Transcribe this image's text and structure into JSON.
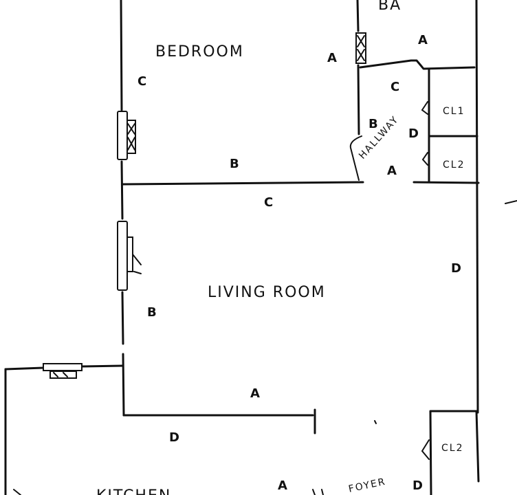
{
  "rooms": {
    "bedroom": "BEDROOM",
    "bath": "BA",
    "hallway": "HALLWAY",
    "living_room": "LIVING ROOM",
    "closet1": "CL1",
    "closet2_hall": "CL2",
    "closet2_foyer": "CL2",
    "kitchen": "KITCHEN",
    "foyer": "FOYER"
  },
  "wall_labels": {
    "bedroom_left": "C",
    "bedroom_right": "A",
    "bedroom_bottom": "B",
    "bath_bottom": "A",
    "hall_top": "C",
    "hall_left": "B",
    "hall_right": "D",
    "hall_bottom": "A",
    "living_top": "C",
    "living_right": "D",
    "living_left": "B",
    "living_bottom": "A",
    "kitchen_top": "D",
    "foyer_left": "A",
    "foyer_right": "D"
  }
}
